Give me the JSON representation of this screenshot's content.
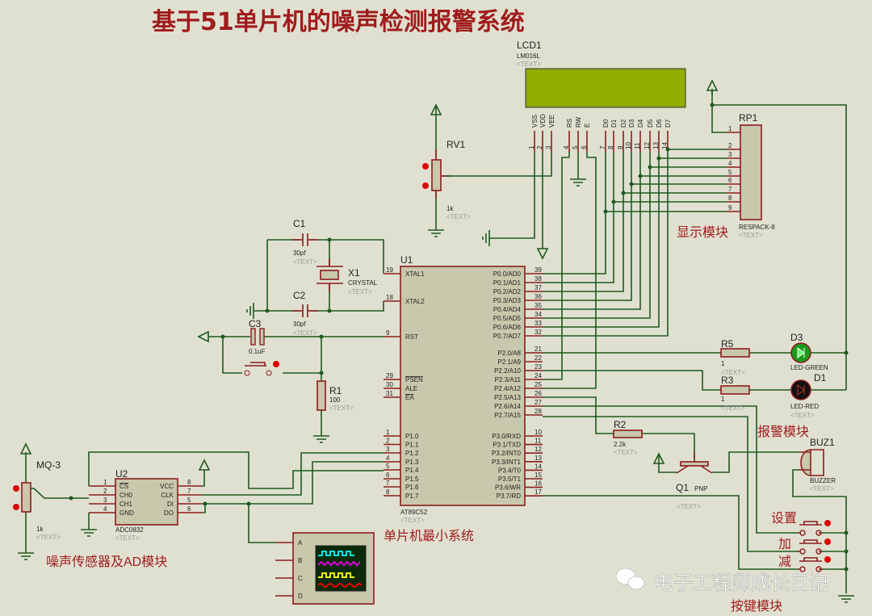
{
  "title": "基于51单片机的噪声检测报警系统",
  "colors": {
    "wire": "#1e5a1e",
    "pin": "#8c1c1c",
    "label": "#a01c1c",
    "lcd_screen": "#8fae00",
    "background": "#e0e0d1"
  },
  "placeholder_text": "<TEXT>",
  "lcd": {
    "ref": "LCD1",
    "part": "LM016L",
    "pins": [
      {
        "name": "VSS",
        "num": "1"
      },
      {
        "name": "VDD",
        "num": "2"
      },
      {
        "name": "VEE",
        "num": "3"
      },
      {
        "name": "RS",
        "num": "4"
      },
      {
        "name": "RW",
        "num": "5"
      },
      {
        "name": "E",
        "num": "6"
      },
      {
        "name": "D0",
        "num": "7"
      },
      {
        "name": "D1",
        "num": "8"
      },
      {
        "name": "D2",
        "num": "9"
      },
      {
        "name": "D3",
        "num": "10"
      },
      {
        "name": "D4",
        "num": "11"
      },
      {
        "name": "D5",
        "num": "12"
      },
      {
        "name": "D6",
        "num": "13"
      },
      {
        "name": "D7",
        "num": "14"
      }
    ]
  },
  "rp1": {
    "ref": "RP1",
    "part": "RESPACK-8",
    "pins": [
      "1",
      "2",
      "3",
      "4",
      "5",
      "6",
      "7",
      "8",
      "9"
    ]
  },
  "rv1": {
    "ref": "RV1",
    "value": "1k"
  },
  "c1": {
    "ref": "C1",
    "value": "30pf"
  },
  "c2": {
    "ref": "C2",
    "value": "30pf"
  },
  "c3": {
    "ref": "C3",
    "value": "0.1uF"
  },
  "x1": {
    "ref": "X1",
    "part": "CRYSTAL"
  },
  "r1": {
    "ref": "R1",
    "value": "100"
  },
  "u1": {
    "ref": "U1",
    "part": "AT89C52",
    "left_pins": [
      {
        "name": "XTAL1",
        "num": "19"
      },
      {
        "name": "XTAL2",
        "num": "18"
      },
      {
        "name": "RST",
        "num": "9"
      },
      {
        "name": "PSEN",
        "num": "29",
        "over": true
      },
      {
        "name": "ALE",
        "num": "30"
      },
      {
        "name": "EA",
        "num": "31",
        "over": true
      },
      {
        "name": "P1.0",
        "num": "1"
      },
      {
        "name": "P1.1",
        "num": "2"
      },
      {
        "name": "P1.2",
        "num": "3"
      },
      {
        "name": "P1.3",
        "num": "4"
      },
      {
        "name": "P1.4",
        "num": "5"
      },
      {
        "name": "P1.5",
        "num": "6"
      },
      {
        "name": "P1.6",
        "num": "7"
      },
      {
        "name": "P1.7",
        "num": "8"
      }
    ],
    "right_pins": [
      {
        "name": "P0.0/AD0",
        "num": "39"
      },
      {
        "name": "P0.1/AD1",
        "num": "38"
      },
      {
        "name": "P0.2/AD2",
        "num": "37"
      },
      {
        "name": "P0.3/AD3",
        "num": "36"
      },
      {
        "name": "P0.4/AD4",
        "num": "35"
      },
      {
        "name": "P0.5/AD5",
        "num": "34"
      },
      {
        "name": "P0.6/AD6",
        "num": "33"
      },
      {
        "name": "P0.7/AD7",
        "num": "32"
      },
      {
        "name": "P2.0/A8",
        "num": "21"
      },
      {
        "name": "P2.1/A9",
        "num": "22"
      },
      {
        "name": "P2.2/A10",
        "num": "23"
      },
      {
        "name": "P2.3/A11",
        "num": "24"
      },
      {
        "name": "P2.4/A12",
        "num": "25"
      },
      {
        "name": "P2.5/A13",
        "num": "26"
      },
      {
        "name": "P2.6/A14",
        "num": "27"
      },
      {
        "name": "P2.7/A15",
        "num": "28"
      },
      {
        "name": "P3.0/RXD",
        "num": "10"
      },
      {
        "name": "P3.1/TXD",
        "num": "11"
      },
      {
        "name": "P3.2/INT0",
        "num": "12"
      },
      {
        "name": "P3.3/INT1",
        "num": "13"
      },
      {
        "name": "P3.4/T0",
        "num": "14"
      },
      {
        "name": "P3.5/T1",
        "num": "15"
      },
      {
        "name": "P3.6/WR",
        "num": "16"
      },
      {
        "name": "P3.7/RD",
        "num": "17"
      }
    ]
  },
  "r5": {
    "ref": "R5",
    "value": "1"
  },
  "r3": {
    "ref": "R3",
    "value": "1"
  },
  "r2": {
    "ref": "R2",
    "value": "2.2k"
  },
  "d3": {
    "ref": "D3",
    "part": "LED-GREEN"
  },
  "d1": {
    "ref": "D1",
    "part": "LED-RED"
  },
  "q1": {
    "ref": "Q1",
    "type": "PNP"
  },
  "buz1": {
    "ref": "BUZ1",
    "part": "BUZZER"
  },
  "u2": {
    "ref": "U2",
    "part": "ADC0832",
    "left_pins": [
      {
        "name": "CS",
        "num": "1",
        "over": true
      },
      {
        "name": "CH0",
        "num": "2"
      },
      {
        "name": "CH1",
        "num": "3"
      },
      {
        "name": "GND",
        "num": "4"
      }
    ],
    "right_pins": [
      {
        "name": "VCC",
        "num": "8"
      },
      {
        "name": "CLK",
        "num": "7"
      },
      {
        "name": "DI",
        "num": "5"
      },
      {
        "name": "DO",
        "num": "6"
      }
    ]
  },
  "mq3": {
    "ref": "MQ-3",
    "value": "1k"
  },
  "scope": {
    "channels": [
      "A",
      "B",
      "C",
      "D"
    ]
  },
  "labels": {
    "display_module": "显示模块",
    "mcu_min_system": "单片机最小系统",
    "sensor_ad_module": "噪声传感器及AD模块",
    "alarm_module": "报警模块",
    "key_module": "按键模块",
    "key_set": "设置",
    "key_add": "加",
    "key_sub": "减"
  },
  "watermark": "电子工程师成长日记"
}
